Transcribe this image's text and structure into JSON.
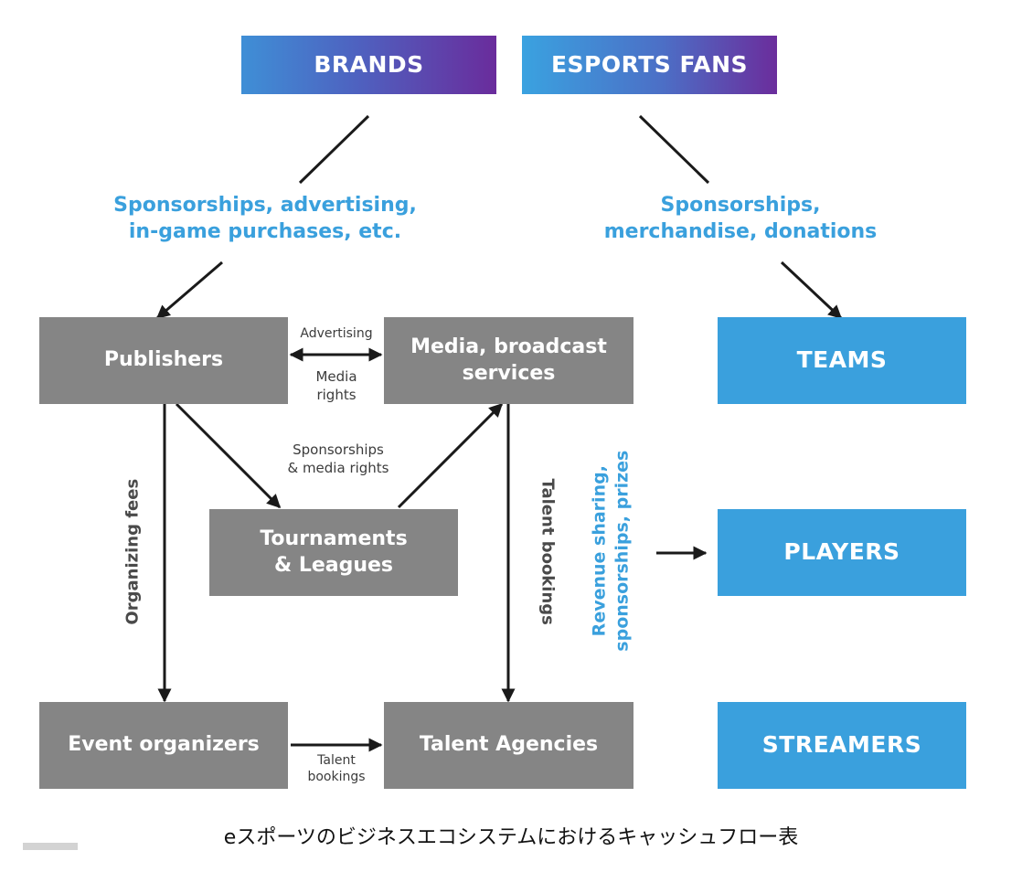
{
  "top_nodes": {
    "brands": "BRANDS",
    "esports_fans": "ESPORTS FANS"
  },
  "flows": {
    "brands_flow_line1": "Sponsorships, advertising,",
    "brands_flow_line2": "in-game purchases, etc.",
    "fans_flow_line1": "Sponsorships,",
    "fans_flow_line2": "merchandise, donations"
  },
  "nodes": {
    "publishers": "Publishers",
    "media_line1": "Media, broadcast",
    "media_line2": "services",
    "tournaments_line1": "Tournaments",
    "tournaments_line2": "& Leagues",
    "event_organizers": "Event organizers",
    "talent_agencies": "Talent Agencies",
    "teams": "TEAMS",
    "players": "PLAYERS",
    "streamers": "STREAMERS"
  },
  "edge_labels": {
    "advertising": "Advertising",
    "media_rights_line1": "Media",
    "media_rights_line2": "rights",
    "sponsorships_media_line1": "Sponsorships",
    "sponsorships_media_line2": "& media rights",
    "organizing_fees": "Organizing fees",
    "talent_bookings_vertical": "Talent bookings",
    "revenue_line1": "Revenue sharing,",
    "revenue_line2": "sponsorships, prizes",
    "talent_bookings_h_line1": "Talent",
    "talent_bookings_h_line2": "bookings"
  },
  "caption": "eスポーツのビジネスエコシステムにおけるキャッシュフロー表",
  "colors": {
    "node_gray": "#858585",
    "node_blue": "#3aa0dd",
    "label_blue": "#3aa0dd",
    "gradient_purple": "#6a2c9c",
    "arrow": "#1a1a1a"
  }
}
